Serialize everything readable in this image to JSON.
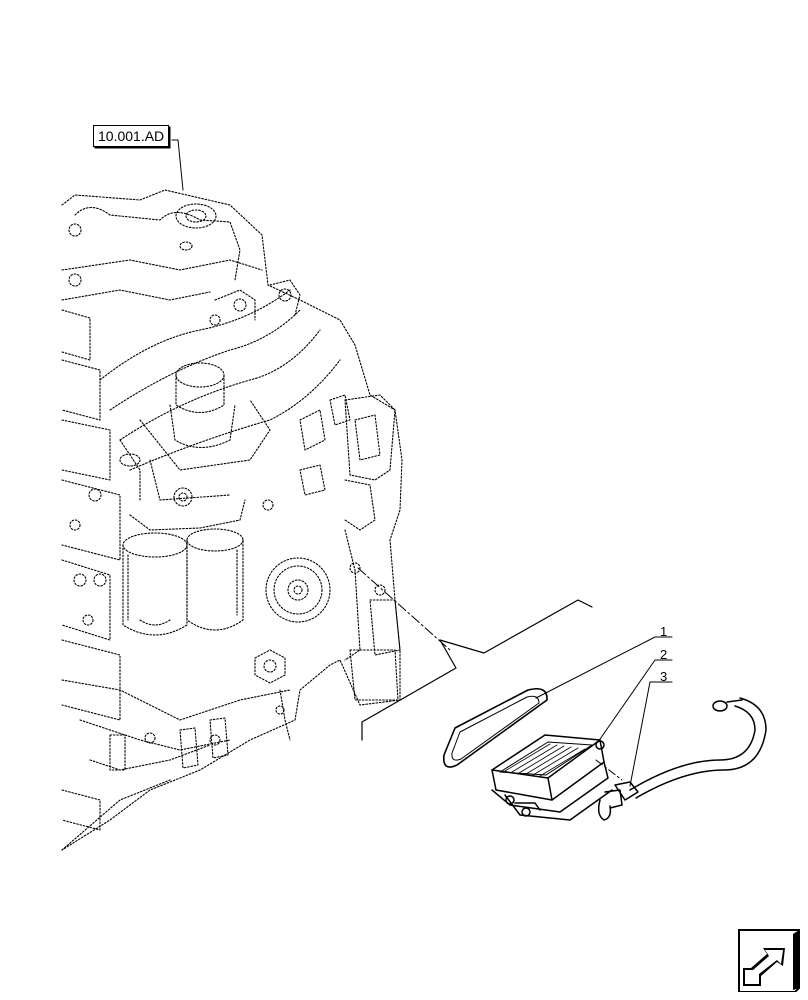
{
  "reference": {
    "label": "10.001.AD"
  },
  "callouts": [
    {
      "number": "1",
      "part": "gasket"
    },
    {
      "number": "2",
      "part": "electronic-control-unit"
    },
    {
      "number": "3",
      "part": "ground-cable"
    }
  ],
  "nav": {
    "icon": "next-page-arrow-icon"
  }
}
